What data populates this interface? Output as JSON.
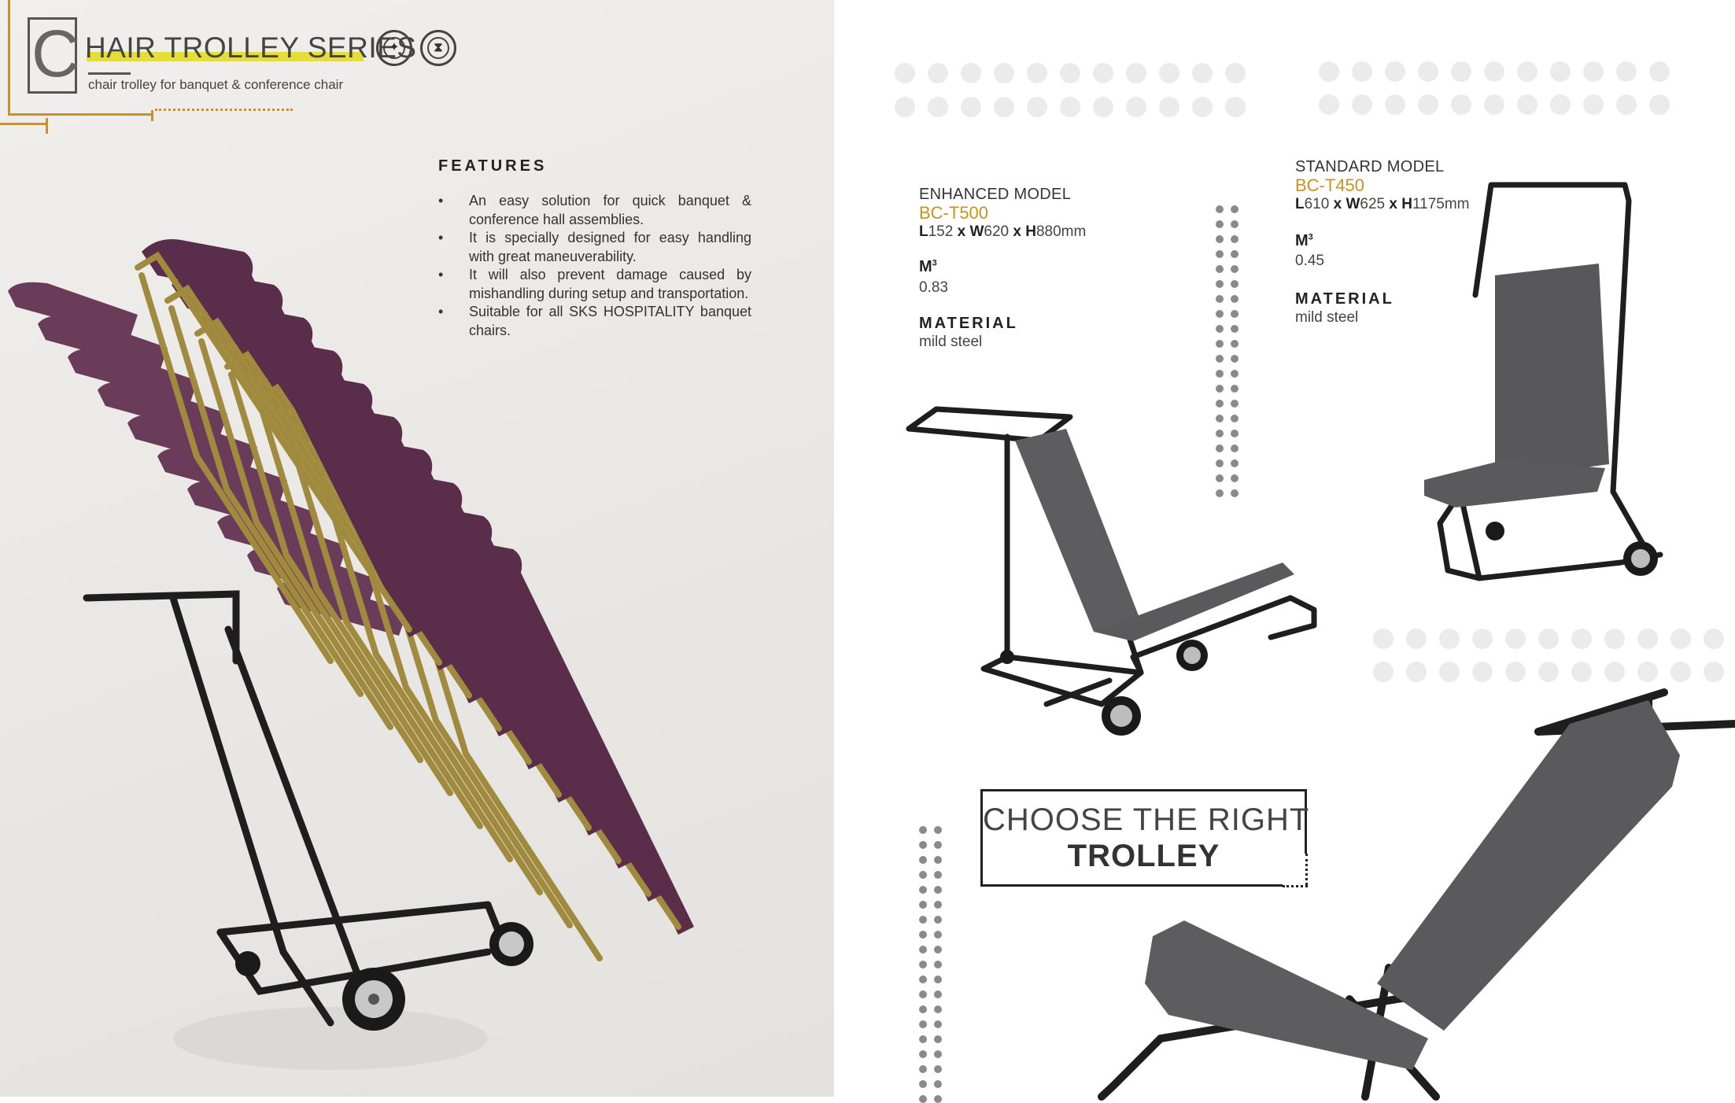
{
  "header": {
    "initial": "C",
    "title": "HAIR TROLLEY SERIES",
    "subtitle": "chair trolley for banquet & conference chair",
    "badges": [
      "award-badge-icon",
      "hourglass-badge-icon"
    ]
  },
  "features": {
    "heading": "FEATURES",
    "items": [
      "An easy solution for quick banquet & conference hall assemblies.",
      "It is specially designed for easy handling with great maneuverability.",
      "It will also prevent damage caused by mishandling during setup and transportation.",
      "Suitable for all SKS HOSPITALITY banquet chairs."
    ]
  },
  "enhanced": {
    "label": "ENHANCED MODEL",
    "code": "BC-T500",
    "dims": {
      "l_key": "L",
      "l": "152",
      "w_key": "W",
      "w": "620",
      "h_key": "H",
      "h": "880mm",
      "x": "x"
    },
    "m3_label": "M",
    "m3_sup": "3",
    "m3_value": "0.83",
    "material_label": "MATERIAL",
    "material_value": "mild steel"
  },
  "standard": {
    "label": "STANDARD MODEL",
    "code": "BC-T450",
    "dims": {
      "l_key": "L",
      "l": "610",
      "w_key": "W",
      "w": "625",
      "h_key": "H",
      "h": "1175mm",
      "x": "x"
    },
    "m3_label": "M",
    "m3_sup": "3",
    "m3_value": "0.45",
    "material_label": "MATERIAL",
    "material_value": "mild steel"
  },
  "cta": {
    "line1": "CHOOSE THE RIGHT",
    "line2": "TROLLEY"
  },
  "colors": {
    "accent_gold": "#c4941f",
    "highlight_yellow": "#e6dc3a",
    "frame_gold": "#c9902f"
  }
}
